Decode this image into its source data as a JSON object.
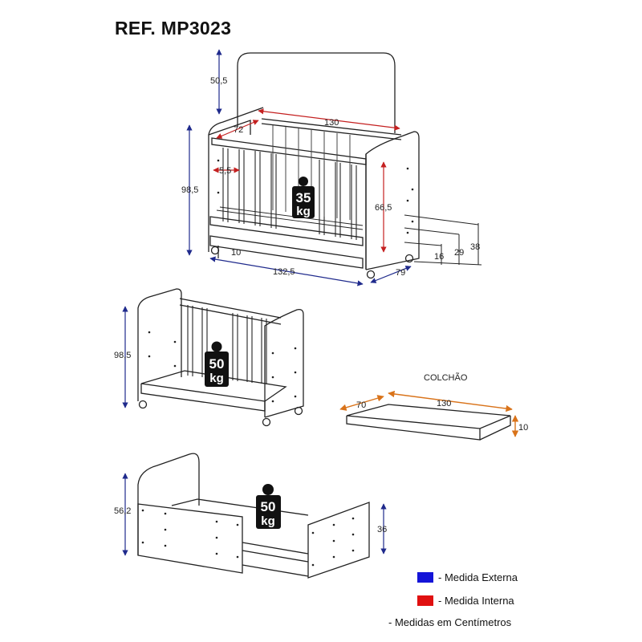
{
  "reference": "REF. MP3023",
  "dimensions": {
    "headboard_height": "50,5",
    "inner_length": "130",
    "inner_width": "72",
    "total_height": "98,5",
    "rail_gap": "5,5",
    "inner_height": "66,5",
    "base_height": "10",
    "outer_length": "132,5",
    "outer_width": "79",
    "dim_16": "16",
    "dim_29": "29",
    "dim_38": "38",
    "mid_height": "98,5",
    "bed_height": "56,2",
    "bed_side_height": "36"
  },
  "weights": {
    "crib": {
      "value": "35",
      "unit": "kg"
    },
    "mini_bed": {
      "value": "50",
      "unit": "kg"
    },
    "bed": {
      "value": "50",
      "unit": "kg"
    }
  },
  "mattress": {
    "label": "COLCHÃO",
    "width": "70",
    "length": "130",
    "thickness": "10"
  },
  "legend": {
    "external": {
      "label": "- Medida Externa",
      "color": "#1414d8"
    },
    "internal": {
      "label": "- Medida Interna",
      "color": "#e01010"
    }
  },
  "note": "- Medidas em Centímetros",
  "colors": {
    "external": "#1f2a8c",
    "internal": "#c42020",
    "mattress": "#d9731a",
    "line": "#222222"
  }
}
